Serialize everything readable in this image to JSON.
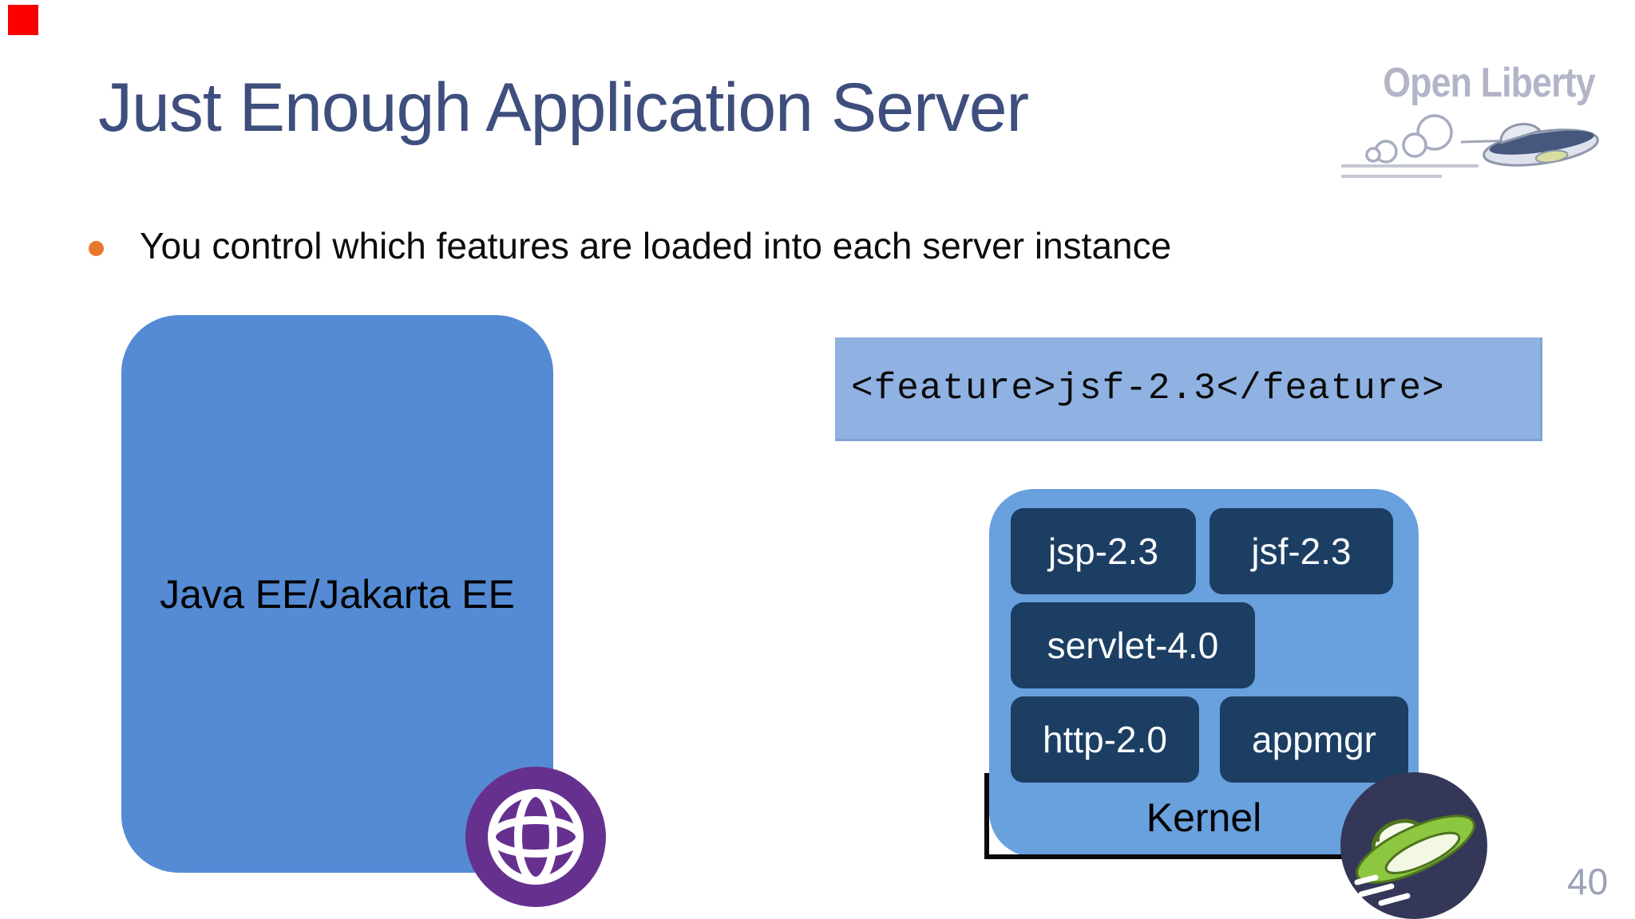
{
  "slide": {
    "title": "Just Enough Application Server",
    "bullet_text": "You control which features are loaded into each server instance",
    "page_number": "40"
  },
  "brand": {
    "wordmark": "Open Liberty"
  },
  "left_box": {
    "label": "Java EE/Jakarta EE"
  },
  "code_snippet": {
    "text": "<feature>jsf-2.3</feature>"
  },
  "kernel": {
    "features": [
      "jsp-2.3",
      "jsf-2.3",
      "servlet-4.0",
      "http-2.0",
      "appmgr"
    ],
    "label": "Kernel"
  },
  "colors": {
    "title": "#3e4e7d",
    "bullet_dot": "#e8772e",
    "left_box_blue": "#548bd4",
    "code_box_blue": "#8fb2e3",
    "kernel_box_blue": "#69a0de",
    "feature_tile_navy": "#1c3e63",
    "globe_purple": "#66308f",
    "badge_circle_navy": "#343757",
    "saucer_green": "#8dc63f",
    "wordmark_gray": "#b2b4c8",
    "page_number_gray": "#9aa2b8",
    "record_indicator_red": "#fb0000"
  }
}
